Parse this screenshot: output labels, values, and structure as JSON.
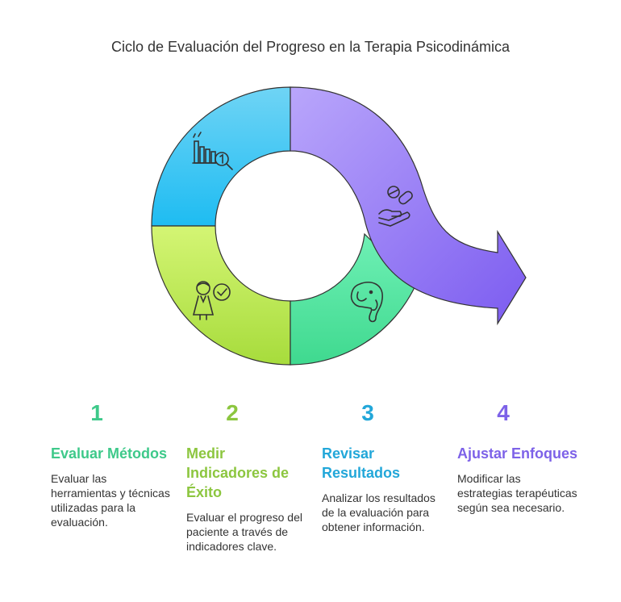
{
  "title": "Ciclo de Evaluación del Progreso en la Terapia Psicodinámica",
  "icons": [
    "chart-magnifier-icon",
    "pills-hand-icon",
    "elephant-icon",
    "person-check-icon"
  ],
  "steps": [
    {
      "number": "1",
      "heading": "Evaluar Métodos",
      "color": "#3ec98a",
      "description": "Evaluar las herramientas y técnicas utilizadas para la evaluación."
    },
    {
      "number": "2",
      "heading": "Medir Indicadores de Éxito",
      "color": "#8cc63f",
      "description": "Evaluar el progreso del paciente a través de indicadores clave."
    },
    {
      "number": "3",
      "heading": "Revisar Resultados",
      "color": "#22a7d9",
      "description": "Analizar los resultados de la evaluación para obtener información."
    },
    {
      "number": "4",
      "heading": "Ajustar Enfoques",
      "color": "#7d62e8",
      "description": "Modificar las estrategias terapéuticas según sea necesario."
    }
  ]
}
